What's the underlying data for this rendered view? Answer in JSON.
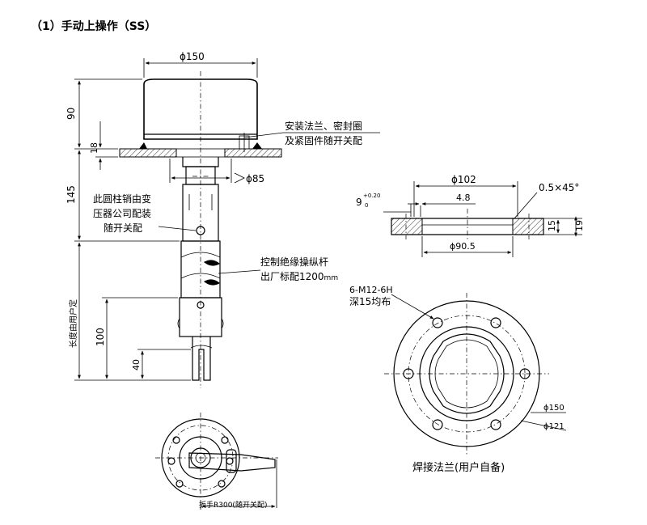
{
  "heading": "（1）手动上操作（SS）",
  "dims": {
    "top_diameter": "ϕ150",
    "h90": "90",
    "h18": "18",
    "h145": "145",
    "shaft_d85": "ϕ85",
    "len_user": "长度由用户定",
    "h100": "100",
    "h40": "40",
    "f_d102": "ϕ102",
    "f_48": "4.8",
    "f_chamfer": "0.5×45°",
    "f_9": "9",
    "f_tol_plus": "+0.20",
    "f_tol_zero": "0",
    "f_15": "15",
    "f_19": "19",
    "f_d905": "ϕ90.5",
    "bolts": "6-M12-6H",
    "bolts_depth": "深15均布",
    "c_d150": "ϕ150",
    "c_d121": "ϕ121"
  },
  "notes": {
    "flange_line1": "安装法兰、密封圈",
    "flange_line2": "及紧固件随开关配",
    "pin_line1": "此圆柱销由变",
    "pin_line2": "压器公司配装",
    "pin_line3": "随开关配",
    "rod_line1": "控制绝缘操纵杆",
    "rod_line2": "出厂标配1200",
    "rod_unit": "mm",
    "weld_caption": "焊接法兰(用户自备)",
    "wrench_caption": "扳手R300(随开关配)"
  }
}
